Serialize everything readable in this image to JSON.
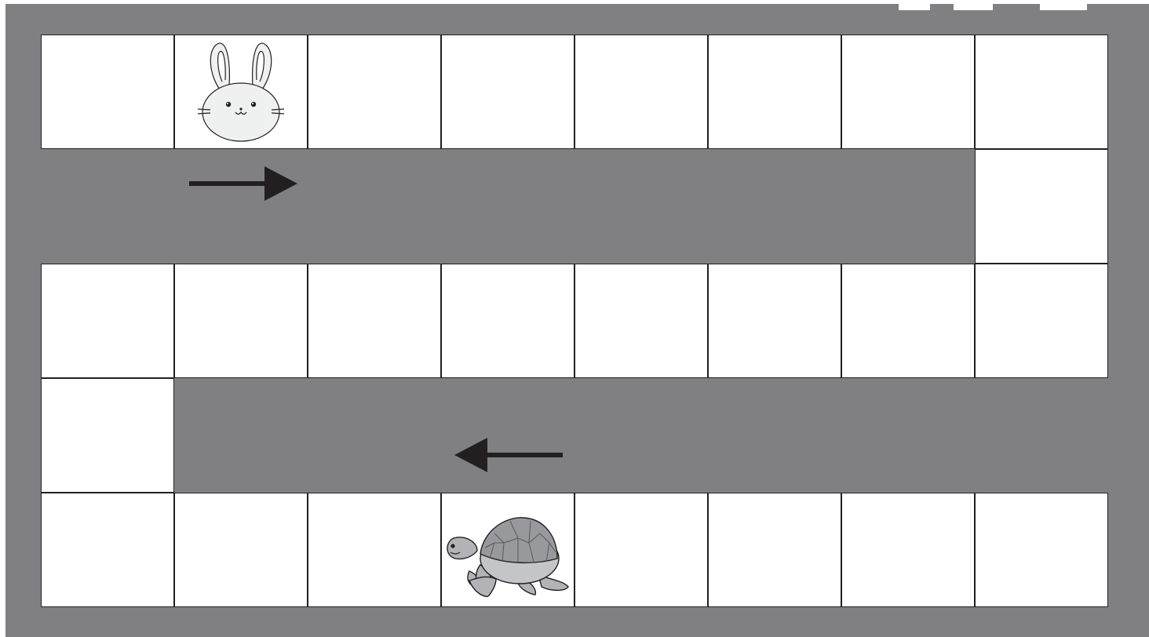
{
  "board": {
    "background_color": "#808083",
    "cell_color": "#ffffff",
    "line_color": "#231f20",
    "columns": 8,
    "track_rows": [
      {
        "row": 0,
        "cells": [
          0,
          1,
          2,
          3,
          4,
          5,
          6,
          7
        ]
      },
      {
        "row": 1,
        "cells": [
          7
        ]
      },
      {
        "row": 2,
        "cells": [
          0,
          1,
          2,
          3,
          4,
          5,
          6,
          7
        ]
      },
      {
        "row": 3,
        "cells": [
          0
        ]
      },
      {
        "row": 4,
        "cells": [
          0,
          1,
          2,
          3,
          4,
          5,
          6,
          7
        ]
      }
    ]
  },
  "pieces": [
    {
      "name": "rabbit",
      "icon": "rabbit-icon",
      "row": 0,
      "col": 1
    },
    {
      "name": "turtle",
      "icon": "turtle-icon",
      "row": 4,
      "col": 3
    }
  ],
  "arrows": [
    {
      "icon": "arrow-right-icon",
      "direction": "right",
      "lane": 1
    },
    {
      "icon": "arrow-left-icon",
      "direction": "left",
      "lane": 3
    }
  ]
}
